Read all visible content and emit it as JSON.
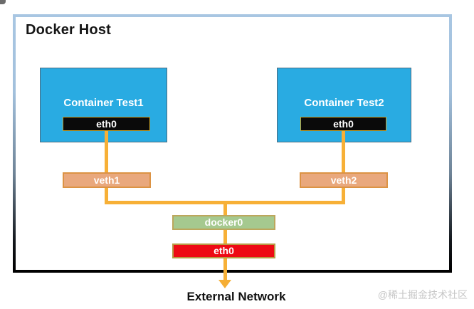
{
  "diagram": {
    "title": "Docker Host",
    "containers": [
      {
        "name": "Container Test1",
        "interface": "eth0"
      },
      {
        "name": "Container Test2",
        "interface": "eth0"
      }
    ],
    "veth_pairs": [
      "veth1",
      "veth2"
    ],
    "bridge": "docker0",
    "host_interface": "eth0",
    "external": "External Network",
    "watermark": "@稀土掘金技术社区"
  },
  "colors": {
    "container_fill": "#29ABE2",
    "connector_line": "#F7B037",
    "veth_fill": "#E9A87D",
    "veth_border": "#DC9344",
    "bridge_fill": "#A5C98F",
    "gold_border": "#BCA75C",
    "host_interface_fill": "#EE0A14",
    "container_interface_fill": "#0A0A0A",
    "host_frame_top": "#A8C6E2",
    "host_frame_bottom": "#000000",
    "watermark_gray": "#C6C6C6"
  }
}
